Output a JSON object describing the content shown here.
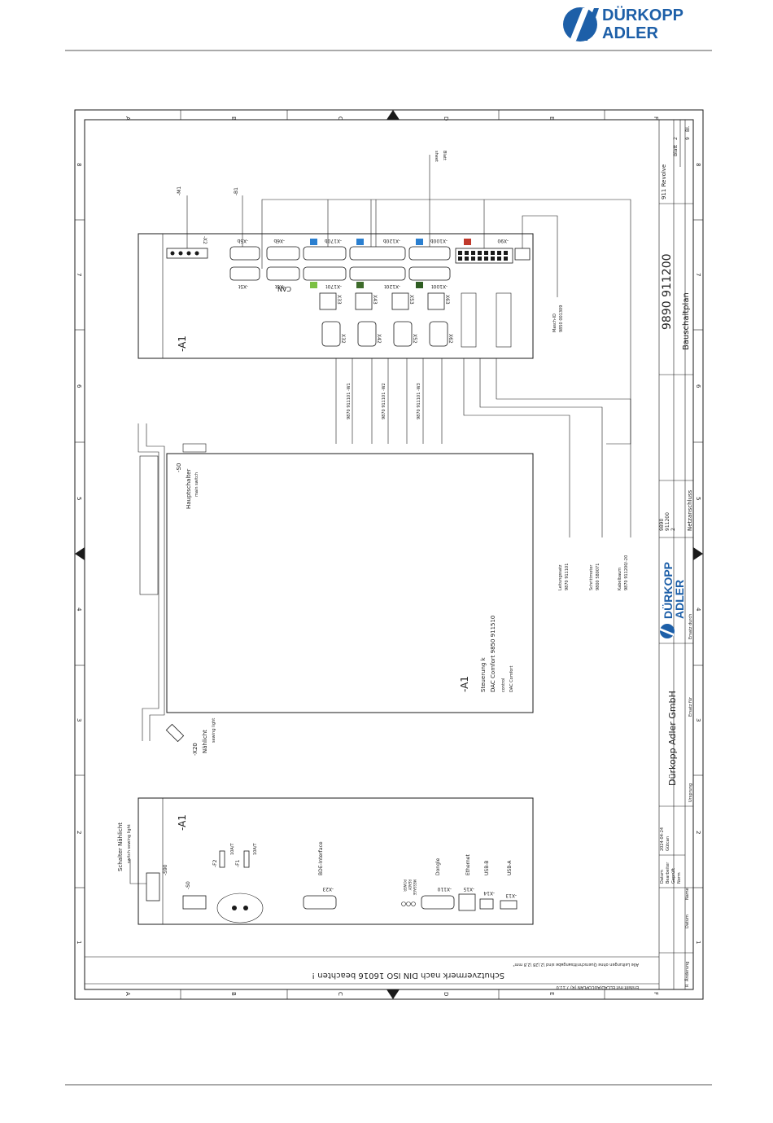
{
  "brand": {
    "line1": "DÜRKOPP",
    "line2": "ADLER",
    "color": "#1d5fa8"
  },
  "frame": {
    "cols": [
      "A",
      "B",
      "C",
      "D",
      "E",
      "F"
    ],
    "rows": [
      "1",
      "2",
      "3",
      "4",
      "5",
      "6",
      "7",
      "8"
    ]
  },
  "notes": {
    "protection": "Schutzvermerk nach DIN ISO 16016 beachten !",
    "crosssection": "Alle Leitungen ohne Querschnittsangabe sind \\2,\\28 \\2,8 mm²",
    "creator": "Erstellt mit ELCAD/AUCOPLAN (R) 7.11.0"
  },
  "titleblock": {
    "drawing_no": "9890 911200",
    "drawing_type": "Bauschaltplan",
    "company": "Dürkopp Adler GmbH",
    "product": "911 Revolve",
    "sheet_label": "Blatt",
    "sheet_no": "2",
    "sheet_total": "9",
    "sheet_suffix": "Bl.",
    "net_label": "Netzanschluss",
    "ref1": "9890",
    "ref2": "911200",
    "ref3": "2",
    "date_label": "Datum",
    "date": "2024-04-24",
    "editor_label": "Bearbeiter",
    "editor": "Gütcan",
    "checked_label": "Geprüft",
    "norm_label": "Norm",
    "name_label": "Name",
    "origin_label": "Ursprung",
    "replaces_label": "Ersatz für",
    "replaced_label": "Ersatz durch",
    "change_label": "Änderung",
    "r_label": "R",
    "datum2": "Datum"
  },
  "cabinet_top": {
    "label": "-A1",
    "connectors": [
      "-X2",
      "-X5b",
      "-X5t",
      "-X6b",
      "-X6t",
      "-X170b",
      "-X170t",
      "-X120b",
      "-X120t",
      "-X100b",
      "-X100t",
      "-X90"
    ],
    "sub": [
      "X32",
      "X42",
      "X52",
      "X62",
      "X33",
      "X43",
      "X53",
      "X63"
    ],
    "can": "CAN",
    "motor": "-M1",
    "sensor": "-B1",
    "sheet_en": "sheet",
    "sheet_de": "Blatt",
    "mach_id_label": "Masch-ID",
    "mach_id": "9850 001309"
  },
  "cables": [
    "9870 911101 -W1",
    "9870 911101 -W2",
    "9870 911101 -W3"
  ],
  "components": {
    "s0_id": "-S0",
    "s0_de": "Hauptschalter",
    "s0_en": "main switch",
    "x20_id": "-X20",
    "x20_de": "Nählicht",
    "x20_en": "sewing light",
    "a1": "-A1",
    "ctrl_de": "Steuerung k",
    "ctrl_part": "DAC Comfort 9850 911510",
    "ctrl_en": "control",
    "ctrl_name": "DAC Comfort",
    "loom1_label": "Leitungssatz",
    "loom1_no": "9870 911101",
    "motor_label": "Schrittmotor",
    "motor_no": "9800 580071",
    "loom2_label": "Kabelbaum",
    "loom2_no": "9870 911200/-20"
  },
  "cabinet_bottom": {
    "label": "-A1",
    "s90_title_de": "Schalter Nählicht",
    "s90_title_en": "switch sewing light",
    "s90": "-S90",
    "s0": "-S0",
    "f2": "-F2",
    "f1": "-F1",
    "f_rating": "10A/T",
    "bde": "BDE-Interface",
    "x23": "-X23",
    "dongle": "Dongle",
    "ethernet": "Ethernet",
    "usb_b": "USB-B",
    "usb_a": "USB-A",
    "x110": "-X110",
    "x15": "-X15",
    "x14": "-X14",
    "x13": "-X13",
    "leds": [
      "POWER",
      "READY",
      "MESSAGE"
    ]
  }
}
